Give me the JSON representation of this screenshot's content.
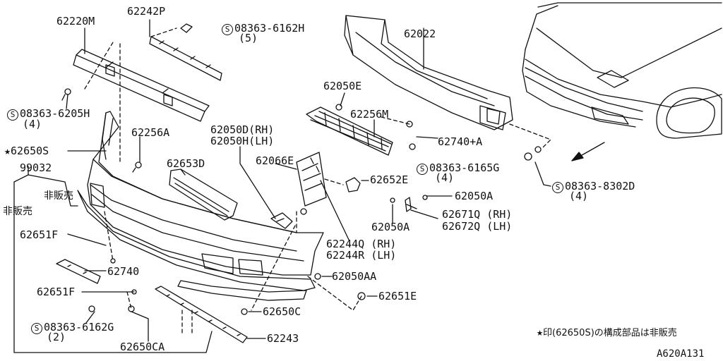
{
  "diagram": {
    "labels": {
      "p62220M": "62220M",
      "p62242P": "62242P",
      "s1": "08363-6162H",
      "q1": "(5)",
      "p62022": "62022",
      "p62050E": "62050E",
      "p62256M": "62256M",
      "s2": "08363-6205H",
      "q2": "(4)",
      "p62256A": "62256A",
      "p62050D": "62050D(RH)",
      "p62050H": "62050H(LH)",
      "p62740A": "62740+A",
      "p62650S": "62650S",
      "p99032": "99032",
      "p62653D": "62653D",
      "p62066E": "62066E",
      "s3": "08363-6165G",
      "q3": "(4)",
      "s4": "08363-8302D",
      "q4": "(4)",
      "hanbai1": "非販売",
      "hanbai2": "非販売",
      "p62652E": "62652E",
      "p62050A_a": "62050A",
      "p62671Q": "62671Q (RH)",
      "p62672Q": "62672Q (LH)",
      "p62050A_b": "62050A",
      "p62651F_a": "62651F",
      "p62244Q": "62244Q (RH)",
      "p62244R": "62244R (LH)",
      "p62740": "62740",
      "p62050AA": "62050AA",
      "p62651F_b": "62651F",
      "p62651E": "62651E",
      "p62650C": "62650C",
      "s5": "08363-6162G",
      "q5": "(2)",
      "p62650CA": "62650CA",
      "p62243": "62243",
      "note": "印(62650S)の構成部品は非販売",
      "code": "A620A131"
    },
    "symbols": {
      "circled_s": "S",
      "star": "★"
    }
  }
}
